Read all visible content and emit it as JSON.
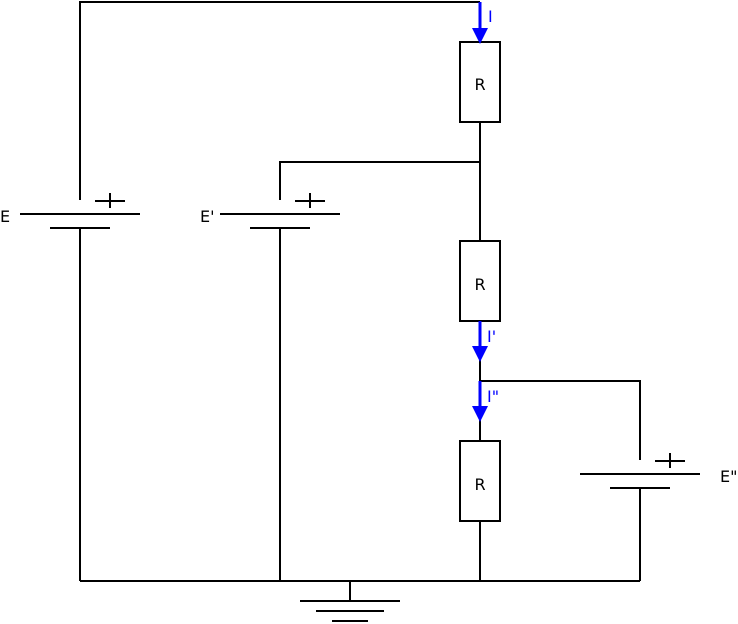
{
  "resistors": [
    {
      "id": "r1",
      "label": "R"
    },
    {
      "id": "r2",
      "label": "R"
    },
    {
      "id": "r3",
      "label": "R"
    }
  ],
  "batteries": [
    {
      "id": "e",
      "label": "E",
      "polarity": "+"
    },
    {
      "id": "e-prime",
      "label": "E'",
      "polarity": "+"
    },
    {
      "id": "e-double-prime",
      "label": "E\"",
      "polarity": "+"
    }
  ],
  "currents": [
    {
      "id": "i",
      "label": "I"
    },
    {
      "id": "i-prime",
      "label": "I'"
    },
    {
      "id": "i-double-prime",
      "label": "I\""
    }
  ],
  "colors": {
    "wire": "#000000",
    "current": "#0000ff"
  }
}
